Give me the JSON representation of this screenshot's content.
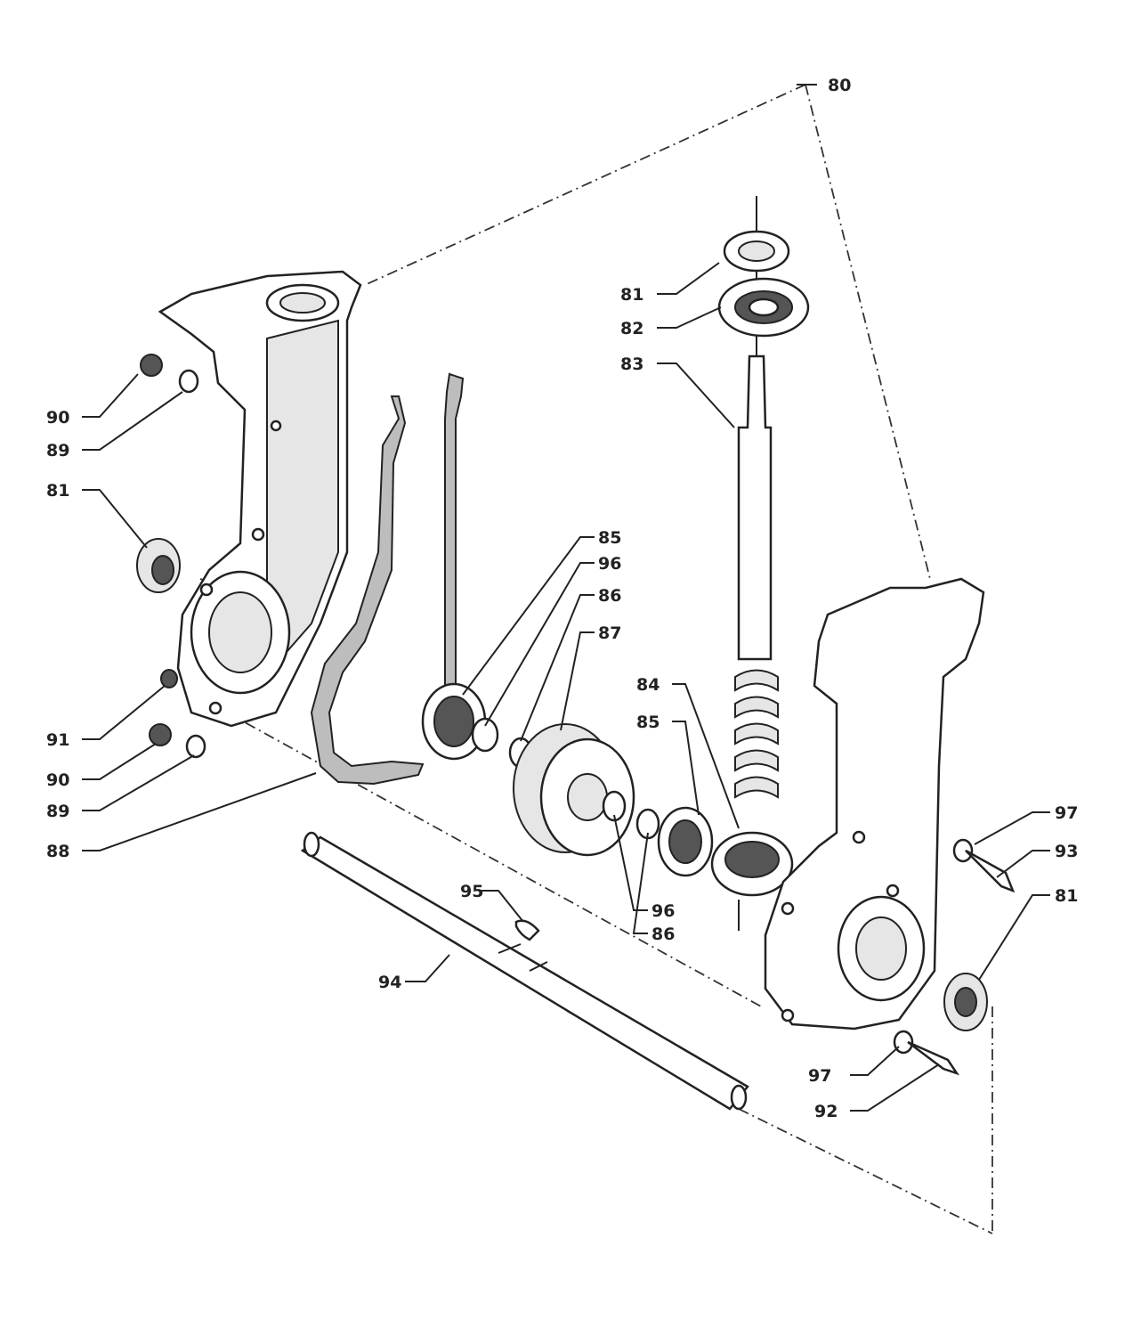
{
  "labels": {
    "l80": "80",
    "l81_top": "81",
    "l82": "82",
    "l83": "83",
    "l90_top": "90",
    "l89_top": "89",
    "l81_left": "81",
    "l85_top": "85",
    "l96_top": "96",
    "l86_top": "86",
    "l87": "87",
    "l84": "84",
    "l85_mid": "85",
    "l91": "91",
    "l90_bot": "90",
    "l89_bot": "89",
    "l88": "88",
    "l97_top": "97",
    "l93": "93",
    "l81_right": "81",
    "l95": "95",
    "l96_bot": "96",
    "l86_bot": "86",
    "l94": "94",
    "l97_bot": "97",
    "l92": "92"
  }
}
